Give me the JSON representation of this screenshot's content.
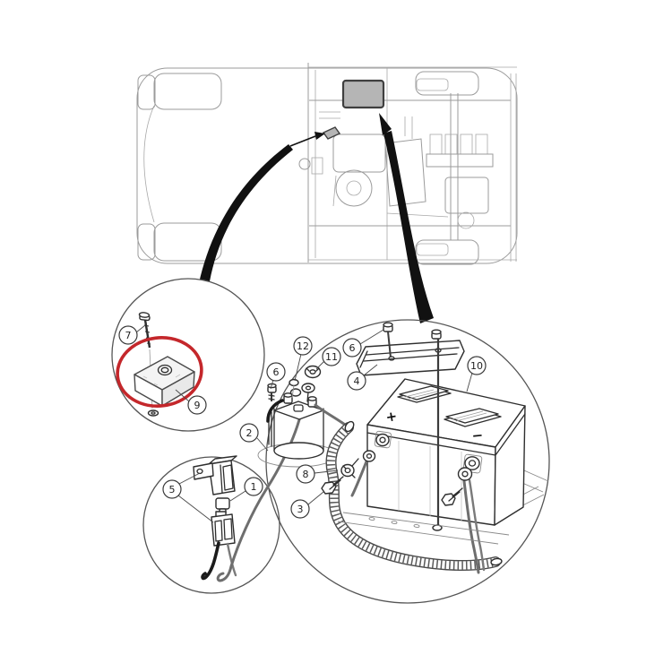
{
  "figure": {
    "type": "exploded-parts-diagram",
    "subject": "vehicle battery and electrical installation",
    "views": {
      "vehicle_top_view": "chassis top view with engine bay",
      "detail_circle_pad": "mounting pad detail (red highlighted)",
      "detail_circle_battery": "battery, solenoid and wiring detail",
      "detail_circle_fuse": "fuse holder and wiring detail"
    }
  },
  "colors": {
    "highlight_red": "#c4272b",
    "location_fill": "#b5b5b5",
    "location_stroke": "#3f3f3f",
    "line_dark": "#2e2e2e",
    "line_light": "#9b9b9b"
  },
  "battery": {
    "plus_symbol": "+",
    "minus_symbol": "−"
  },
  "callouts": {
    "c1": {
      "label": "1"
    },
    "c2": {
      "label": "2"
    },
    "c3": {
      "label": "3"
    },
    "c4": {
      "label": "4"
    },
    "c5": {
      "label": "5"
    },
    "c6t": {
      "label": "6"
    },
    "c6l": {
      "label": "6"
    },
    "c7": {
      "label": "7"
    },
    "c8": {
      "label": "8"
    },
    "c9": {
      "label": "9"
    },
    "c10": {
      "label": "10"
    },
    "c11": {
      "label": "11"
    },
    "c12": {
      "label": "12"
    }
  }
}
